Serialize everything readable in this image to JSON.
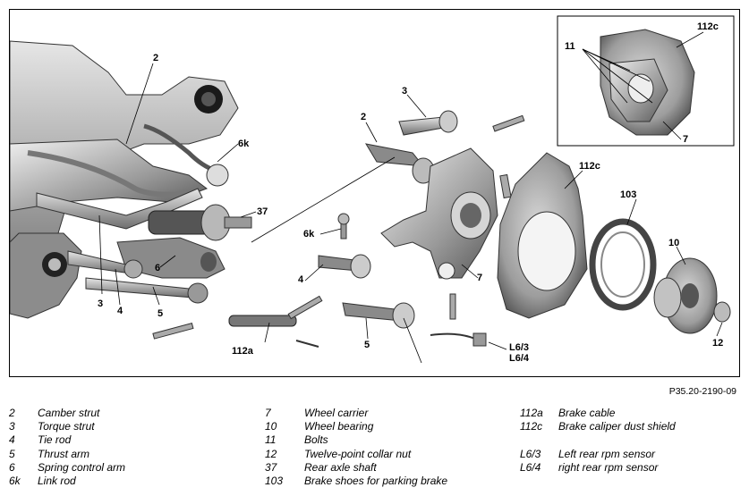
{
  "figure_code": "P35.20-2190-09",
  "callouts": {
    "c2a": "2",
    "c6k_a": "6k",
    "c37": "37",
    "c3a": "3",
    "c4a": "4",
    "c5a": "5",
    "c6": "6",
    "c112a": "112a",
    "c3b": "3",
    "c2b": "2",
    "c6k_b": "6k",
    "c4b": "4",
    "c5b": "5",
    "c7": "7",
    "c112c": "112c",
    "c103": "103",
    "c10": "10",
    "c12": "12",
    "cL63": "L6/3",
    "cL64": "L6/4",
    "inset_112c": "112c",
    "inset_11": "11",
    "inset_7": "7"
  },
  "legend": {
    "col1": [
      {
        "num": "2",
        "text": "Camber strut"
      },
      {
        "num": "3",
        "text": "Torque strut"
      },
      {
        "num": "4",
        "text": "Tie rod"
      },
      {
        "num": "5",
        "text": "Thrust arm"
      },
      {
        "num": "6",
        "text": "Spring control arm"
      },
      {
        "num": "6k",
        "text": "Link rod"
      }
    ],
    "col2": [
      {
        "num": "7",
        "text": "Wheel carrier"
      },
      {
        "num": "10",
        "text": "Wheel bearing"
      },
      {
        "num": "11",
        "text": "Bolts"
      },
      {
        "num": "12",
        "text": "Twelve-point collar nut"
      },
      {
        "num": "37",
        "text": "Rear axle shaft"
      },
      {
        "num": "103",
        "text": "Brake shoes for parking brake"
      }
    ],
    "col3": [
      {
        "num": "112a",
        "text": "Brake cable"
      },
      {
        "num": "112c",
        "text": "Brake caliper dust shield"
      },
      {
        "num": "L6/3",
        "text": "Left rear rpm sensor"
      },
      {
        "num": "L6/4",
        "text": "right rear rpm sensor"
      }
    ]
  }
}
